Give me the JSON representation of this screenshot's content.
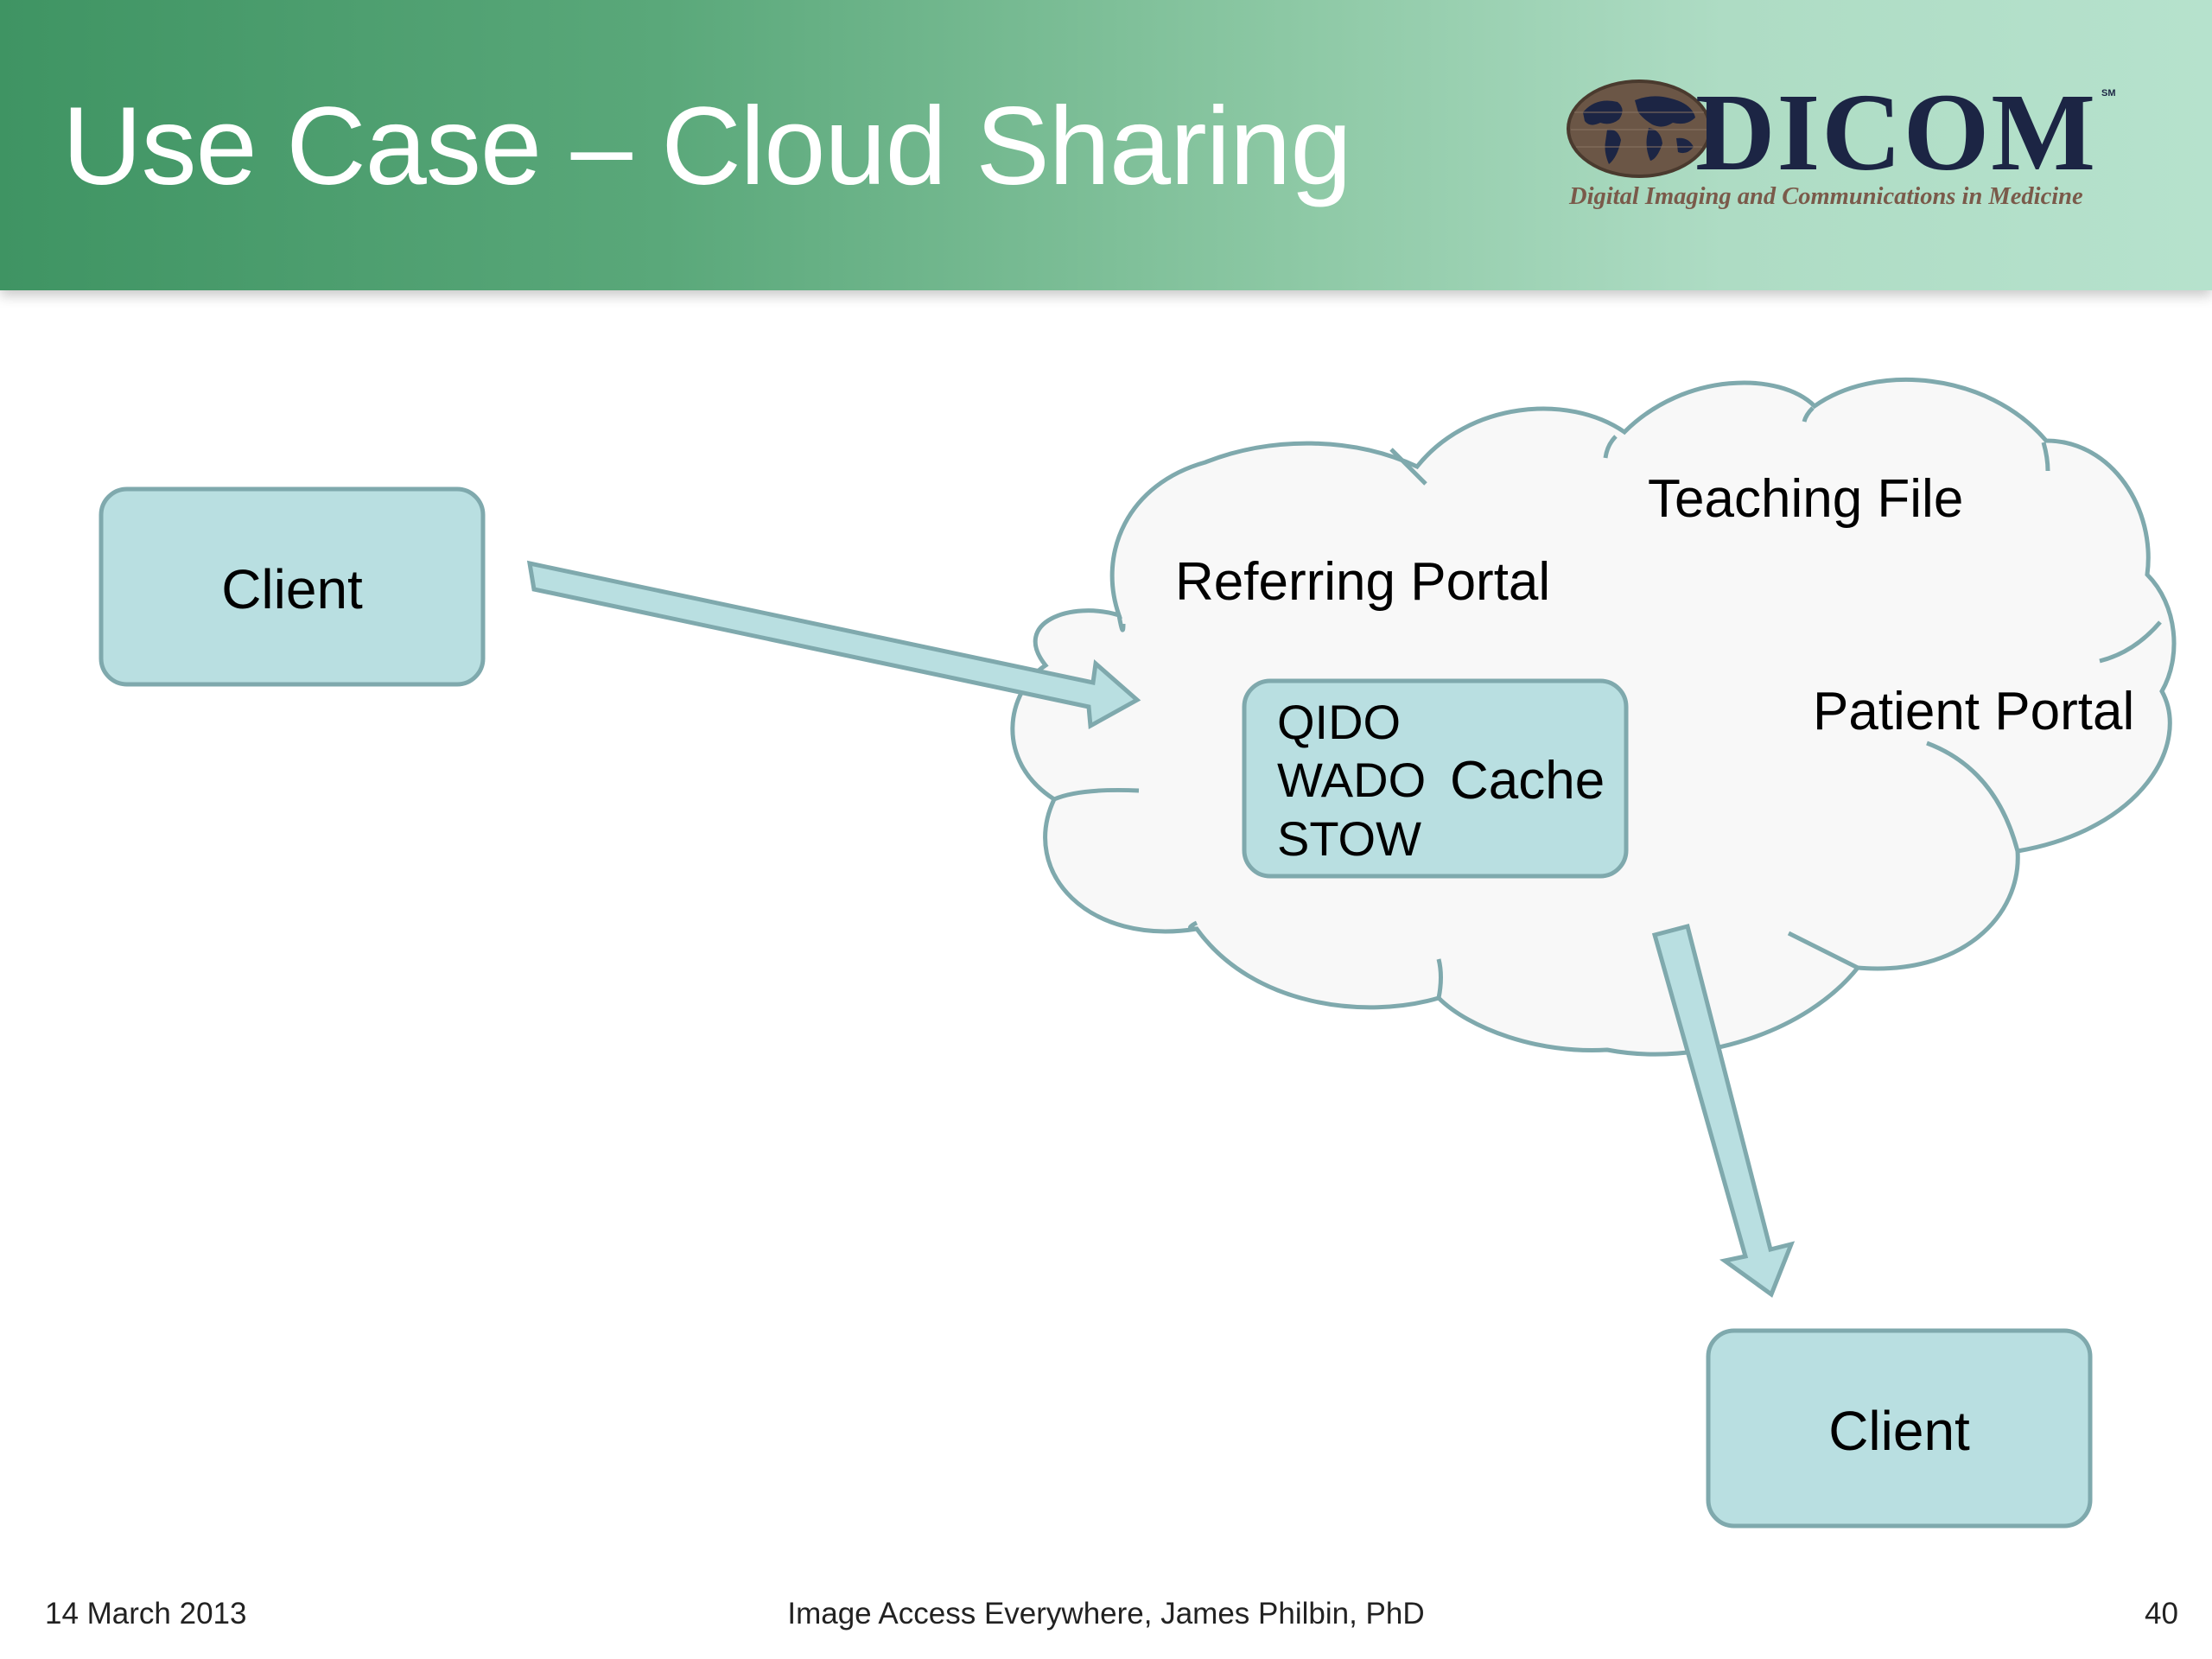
{
  "slide": {
    "title": "Use Case – Cloud Sharing",
    "logo": {
      "wordmark": "DICOM",
      "trademark": "SM",
      "tagline": "Digital Imaging and Communications in Medicine",
      "globe_icon": "world-map-globe-icon"
    }
  },
  "diagram": {
    "client_left": "Client",
    "client_bottom": "Client",
    "cloud_labels": {
      "teaching_file": "Teaching File",
      "referring_portal": "Referring Portal",
      "patient_portal": "Patient Portal"
    },
    "service_box": {
      "services": [
        "QIDO",
        "WADO",
        "STOW"
      ],
      "cache": "Cache"
    }
  },
  "footer": {
    "date": "14 March 2013",
    "center": "Image Access Everywhere, James Philbin, PhD",
    "page_number": "40"
  },
  "colors": {
    "header_green_dark": "#3f9463",
    "header_green_light": "#b6e2cd",
    "box_fill": "#b9dfe1",
    "box_stroke": "#7fa9ad",
    "cloud_fill": "#f8f8f8",
    "cloud_stroke": "#7fa9ad"
  }
}
